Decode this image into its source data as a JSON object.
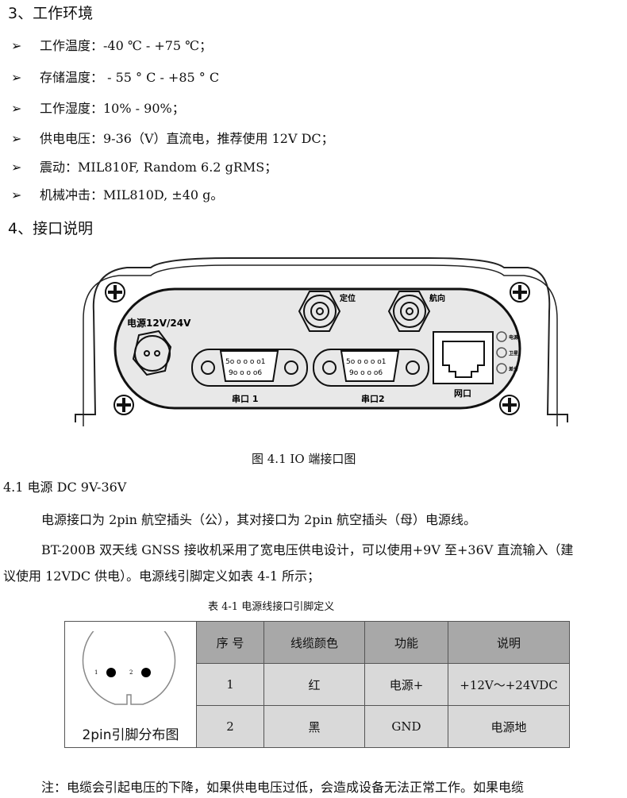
{
  "section3": {
    "title": "3、工作环境",
    "bullets": [
      "工作温度：-40 ℃ - +75 ℃；",
      "存储温度： - 55 ° C - +85 ° C",
      "工作湿度：10% - 90%；",
      "供电电压：9-36（V）直流电，推荐使用 12V DC；",
      "震动：MIL810F, Random 6.2 gRMS；",
      "机械冲击：MIL810D, ±40 g。"
    ],
    "bullet_icon": "arrow-bullet-icon"
  },
  "section4": {
    "title": "4、接口说明"
  },
  "figure": {
    "power_label": "电源12V/24V",
    "antenna1_label": "定位",
    "antenna2_label": "航向",
    "serial1_label": "串口 1",
    "serial2_label": "串口2",
    "network_label": "网口",
    "led_labels": [
      "电源",
      "卫星",
      "差分"
    ],
    "db9_top": "5o o o o o1",
    "db9_bottom": "9o o o o6",
    "caption": "图 4.1   IO 端接口图"
  },
  "sub41": {
    "title": "4.1 电源 DC 9V-36V",
    "para1": "电源接口为 2pin 航空插头（公），其对接口为 2pin 航空插头（母）电源线。",
    "para2a": "BT-200B 双天线 GNSS 接收机采用了宽电压供电设计，可以使用+9V 至+36V 直流输入（建",
    "para2b": "议使用 12VDC 供电）。电源线引脚定义如表 4-1 所示；"
  },
  "table": {
    "caption": "表 4-1   电源线接口引脚定义",
    "pin_image_label": "2pin引脚分布图",
    "pin_numbers": [
      "1",
      "2"
    ],
    "headers": [
      "序 号",
      "线缆颜色",
      "功能",
      "说明"
    ],
    "rows": [
      [
        "1",
        "红",
        "电源+",
        "+12V～+24VDC"
      ],
      [
        "2",
        "黑",
        "GND",
        "电源地"
      ]
    ]
  },
  "note": "注：电缆会引起电压的下降，如果供电电压过低，会造成设备无法正常工作。如果电缆"
}
